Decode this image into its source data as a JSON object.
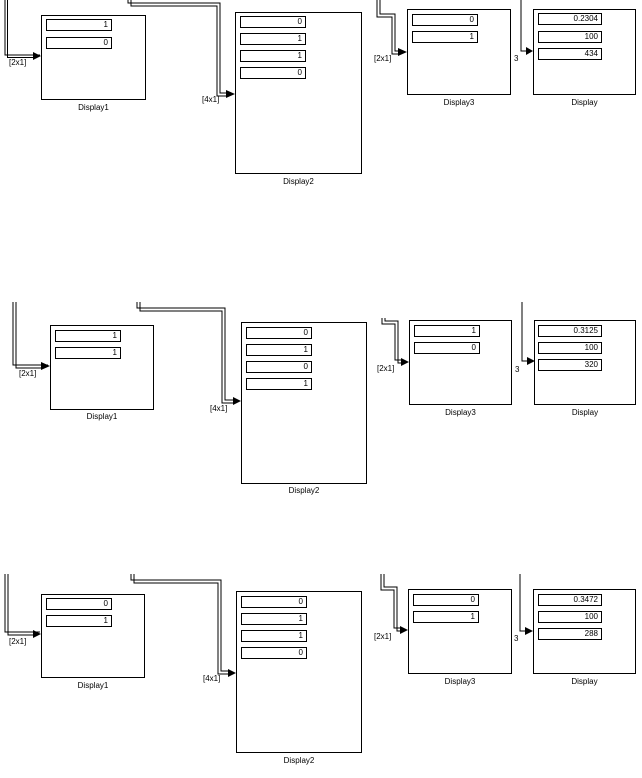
{
  "panels": [
    {
      "display1": {
        "label": "Display1",
        "values": [
          "1",
          "0"
        ]
      },
      "display2": {
        "label": "Display2",
        "values": [
          "0",
          "1",
          "1",
          "0"
        ]
      },
      "display3": {
        "label": "Display3",
        "values": [
          "0",
          "1"
        ]
      },
      "display": {
        "label": "Display",
        "values": [
          "0.2304",
          "100",
          "434"
        ]
      },
      "signal_dims": {
        "display1": "[2x1]",
        "display2": "[4x1]",
        "display3": "[2x1]",
        "display": "3"
      }
    },
    {
      "display1": {
        "label": "Display1",
        "values": [
          "1",
          "1"
        ]
      },
      "display2": {
        "label": "Display2",
        "values": [
          "0",
          "1",
          "0",
          "1"
        ]
      },
      "display3": {
        "label": "Display3",
        "values": [
          "1",
          "0"
        ]
      },
      "display": {
        "label": "Display",
        "values": [
          "0.3125",
          "100",
          "320"
        ]
      },
      "signal_dims": {
        "display1": "[2x1]",
        "display2": "[4x1]",
        "display3": "[2x1]",
        "display": "3"
      }
    },
    {
      "display1": {
        "label": "Display1",
        "values": [
          "0",
          "1"
        ]
      },
      "display2": {
        "label": "Display2",
        "values": [
          "0",
          "1",
          "1",
          "0"
        ]
      },
      "display3": {
        "label": "Display3",
        "values": [
          "0",
          "1"
        ]
      },
      "display": {
        "label": "Display",
        "values": [
          "0.3472",
          "100",
          "288"
        ]
      },
      "signal_dims": {
        "display1": "[2x1]",
        "display2": "[4x1]",
        "display3": "[2x1]",
        "display": "3"
      }
    }
  ]
}
